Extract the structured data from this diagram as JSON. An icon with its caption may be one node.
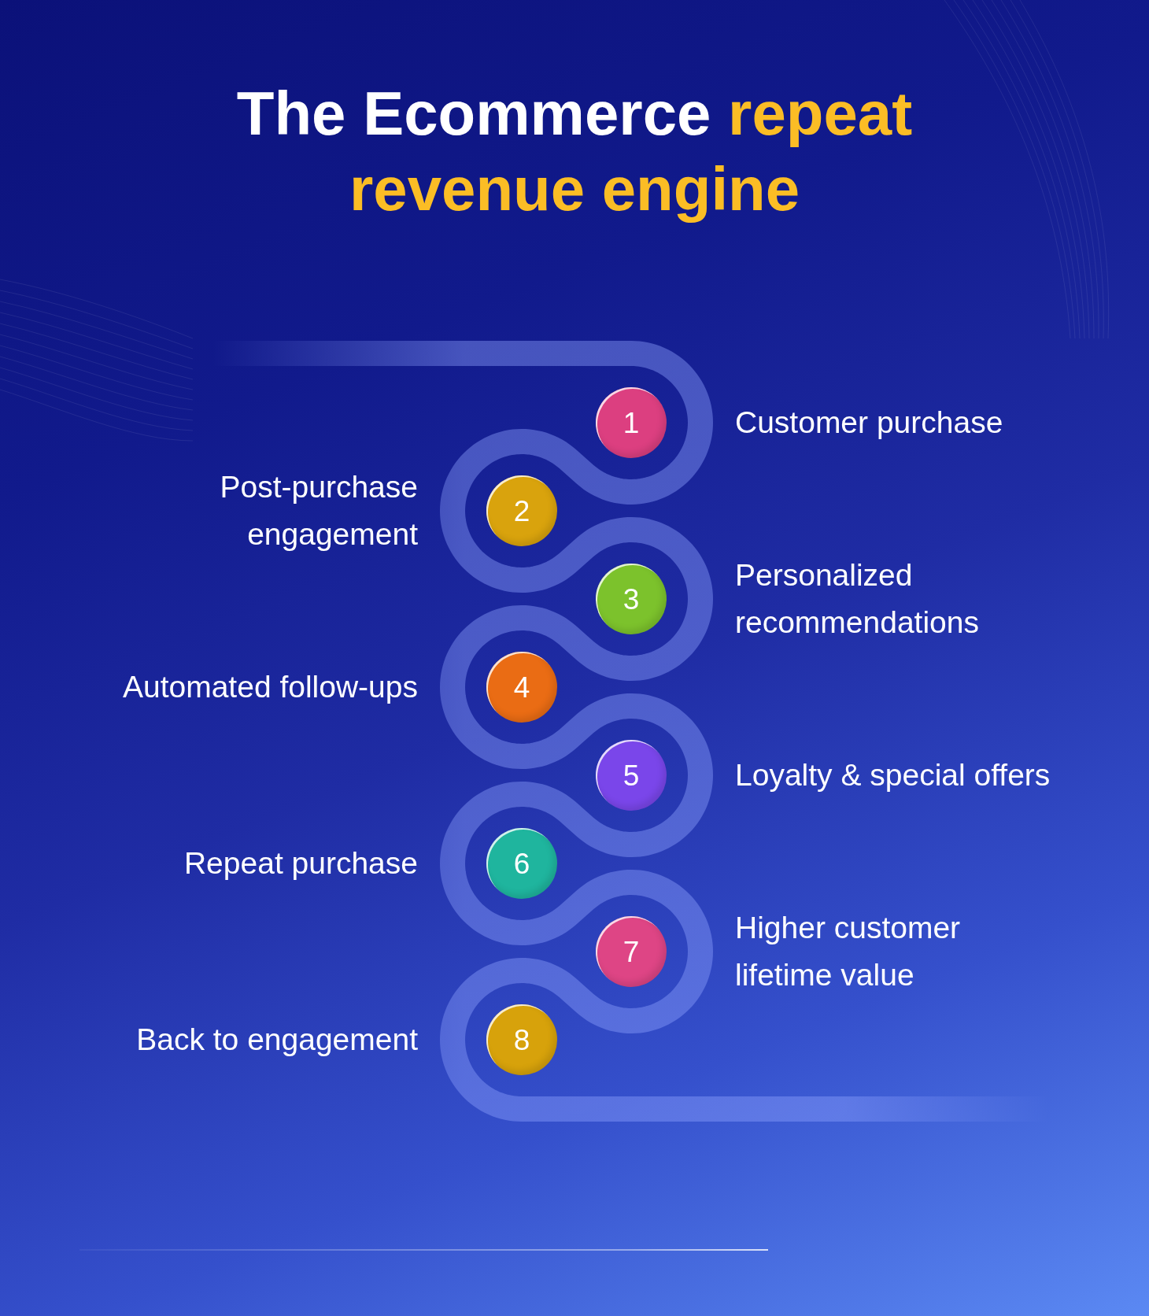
{
  "diagram": {
    "title": "The Ecommerce **repeat revenue engine**",
    "nodes": [
      {
        "text": [
          "1"
        ],
        "beside": [
          "Customer purchase"
        ]
      },
      {
        "text": [
          "2"
        ],
        "beside": [
          "Post-purchase engagement"
        ]
      },
      {
        "text": [
          "3"
        ],
        "beside": [
          "Personalized recommendations"
        ]
      },
      {
        "text": [
          "4"
        ],
        "beside": [
          "Automated follow-ups"
        ]
      },
      {
        "text": [
          "5"
        ],
        "beside": [
          "Loyalty & special offers"
        ]
      },
      {
        "text": [
          "6"
        ],
        "beside": [
          "Repeat purchase"
        ]
      },
      {
        "text": [
          "7"
        ],
        "beside": [
          "Higher customer lifetime value"
        ]
      },
      {
        "text": [
          "8"
        ],
        "beside": [
          "Back to engagement"
        ]
      }
    ]
  }
}
